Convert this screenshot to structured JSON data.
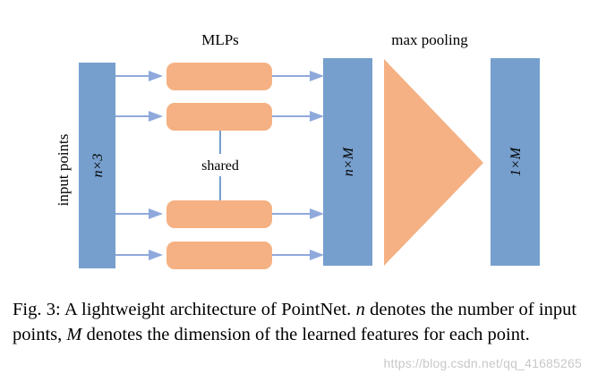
{
  "diagram": {
    "labels": {
      "mlps": "MLPs",
      "max_pooling": "max pooling",
      "input_points": "input points",
      "input_block": "n×3",
      "feature_block": "n×M",
      "pooled_block": "1×M",
      "shared": "shared"
    },
    "colors": {
      "block": "#769fcd",
      "mlp": "#f5b183",
      "arrow": "#8fa9dc",
      "shared_line": "#769fcd"
    }
  },
  "caption": {
    "fig_label": "Fig. 3:",
    "text_1": "A lightweight architecture of PointNet.",
    "var_n": "n",
    "text_2": "denotes the number of input points,",
    "var_m": "M",
    "text_3": "denotes the dimension of the learned features for each point."
  },
  "watermark": "https://blog.csdn.net/qq_41685265"
}
